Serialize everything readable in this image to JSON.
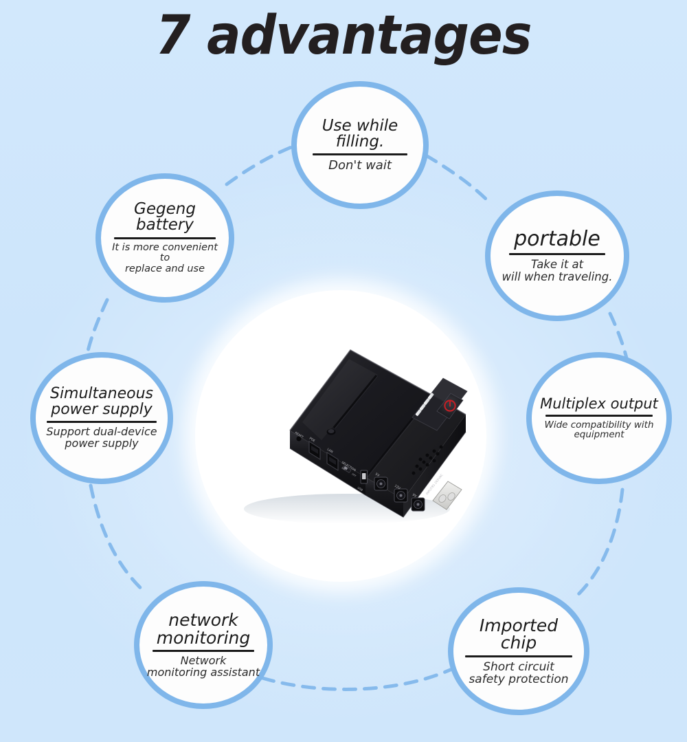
{
  "page": {
    "title": "7 advantages",
    "background_color": "#cde6fb",
    "accent_color": "#7fb6ea",
    "text_color": "#1b1b1b",
    "advantage_count": 7
  },
  "features": [
    {
      "id": "use-while-filling",
      "position": "top",
      "heading": "Use while filling.",
      "subtext": "Don't wait"
    },
    {
      "id": "gegeng-battery",
      "position": "top-left",
      "heading": "Gegeng battery",
      "subtext": "It is more convenient to\nreplace and use"
    },
    {
      "id": "portable",
      "position": "top-right",
      "heading": "portable",
      "subtext": "Take it at\nwill when traveling."
    },
    {
      "id": "simultaneous-power-supply",
      "position": "left",
      "heading": "Simultaneous\npower supply",
      "subtext": "Support dual-device\npower supply"
    },
    {
      "id": "multiplex-output",
      "position": "right",
      "heading": "Multiplex output",
      "subtext": "Wide compatibility with\nequipment"
    },
    {
      "id": "network-monitoring",
      "position": "bottom-left",
      "heading": "network\nmonitoring",
      "subtext": "Network\nmonitoring assistant"
    },
    {
      "id": "imported-chip",
      "position": "bottom-right",
      "heading": "Imported chip",
      "subtext": "Short circuit\nsafety protection"
    }
  ],
  "product": {
    "name": "mini-ups-device",
    "body_color": "#16161a",
    "power_button_color": "#c42026",
    "labels": {
      "reset": "RESET",
      "poe": "POE",
      "lan": "LAN",
      "selection": "SELECTION",
      "switch_on": "ON",
      "switch_off": "OFF",
      "usb": "USB",
      "out_5v": "5V",
      "out_12v": "12V",
      "out_9v": "9V",
      "ac_input": "INPUT85-265VAC"
    },
    "led_indicator_count": 4
  }
}
